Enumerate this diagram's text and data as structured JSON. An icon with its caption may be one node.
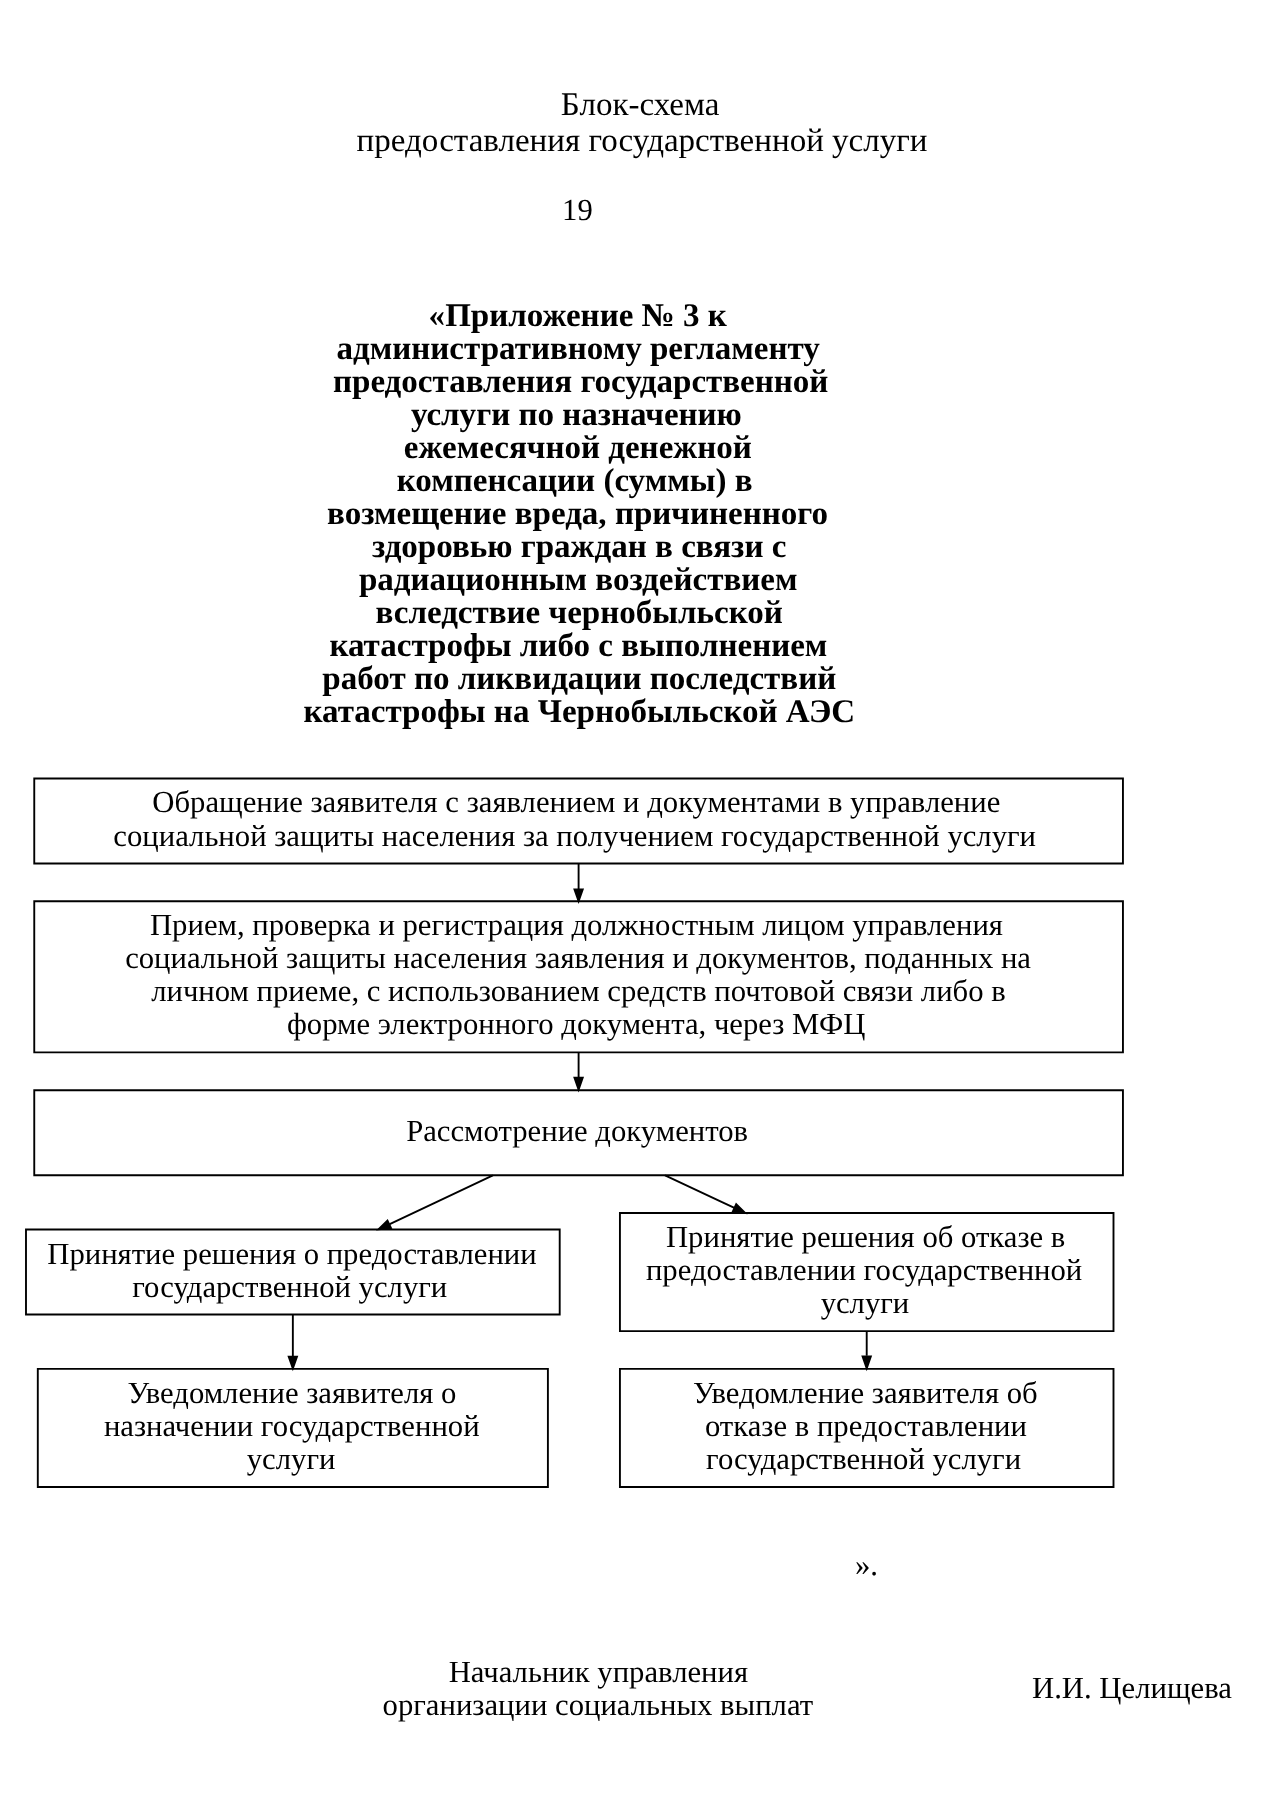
{
  "diagram": {
    "title": "Блок-схема предоставления государственной услуги",
    "nodes": [
      {
        "text": [
          "Обращение заявителя с заявлением и документами в управление социальной защиты населения за получением государственной услуги"
        ]
      },
      {
        "text": [
          "Прием, проверка и регистрация должностным лицом управления социальной защиты населения заявления и документов, поданных на личном приеме, с использованием средств почтовой связи либо в форме электронного документа, через МФЦ"
        ]
      },
      {
        "text": [
          "Рассмотрение документов"
        ]
      },
      {
        "text": [
          "Принятие решения о предоставлении государственной услуги"
        ]
      },
      {
        "text": [
          "Принятие решения об отказе в предоставлении государственной услуги"
        ]
      },
      {
        "text": [
          "Уведомление заявителя о назначении государственной услуги"
        ]
      },
      {
        "text": [
          "Уведомление заявителя об отказе в предоставлении государственной услуги"
        ]
      }
    ],
    "edges": [
      {
        "from": 0,
        "to": 1,
        "arrow": "to"
      },
      {
        "from": 1,
        "to": 2,
        "arrow": "to"
      },
      {
        "from": 2,
        "to": 3,
        "arrow": "to"
      },
      {
        "from": 2,
        "to": 4,
        "arrow": "to"
      },
      {
        "from": 3,
        "to": 5,
        "arrow": "to"
      },
      {
        "from": 4,
        "to": 6,
        "arrow": "to"
      }
    ],
    "labels": [
      "19",
      "«Приложение № 3 к административному регламенту предоставления государственной услуги по назначению ежемесячной денежной компенсации (суммы) в возмещение вреда, причиненного здоровью граждан в связи с радиационным воздействием вследствие чернобыльской катастрофы либо с выполнением работ по ликвидации последствий катастрофы на Чернобыльской АЭС",
      "».",
      "Начальник управления организации социальных выплат",
      "И.И. Целищева"
    ]
  }
}
